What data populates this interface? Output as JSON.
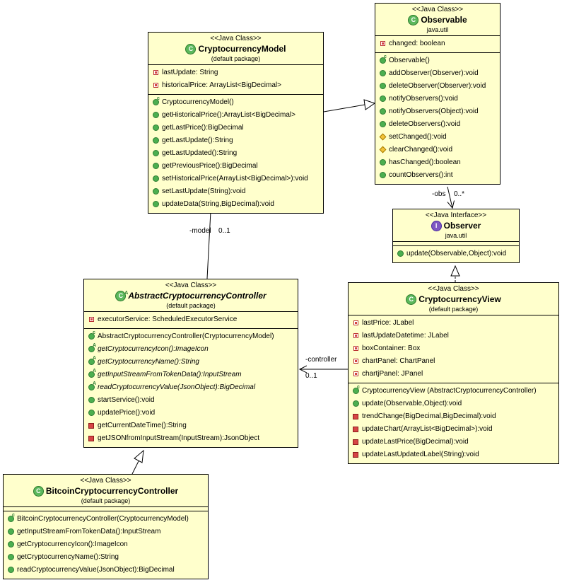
{
  "classes": {
    "model": {
      "stereotype": "<<Java Class>>",
      "name": "CryptocurrencyModel",
      "package": "(default package)",
      "fields": [
        "lastUpdate: String",
        "historicalPrice: ArrayList<BigDecimal>"
      ],
      "methods": [
        "CryptocurrencyModel()",
        "getHistoricalPrice():ArrayList<BigDecimal>",
        "getLastPrice():BigDecimal",
        "getLastUpdate():String",
        "getLastUpdated():String",
        "getPreviousPrice():BigDecimal",
        "setHistoricalPrice(ArrayList<BigDecimal>):void",
        "setLastUpdate(String):void",
        "updateData(String,BigDecimal):void"
      ]
    },
    "observable": {
      "stereotype": "<<Java Class>>",
      "name": "Observable",
      "package": "java.util",
      "fields": [
        "changed: boolean"
      ],
      "methods": [
        "Observable()",
        "addObserver(Observer):void",
        "deleteObserver(Observer):void",
        "notifyObservers():void",
        "notifyObservers(Object):void",
        "deleteObservers():void",
        "setChanged():void",
        "clearChanged():void",
        "hasChanged():boolean",
        "countObservers():int"
      ]
    },
    "observer": {
      "stereotype": "<<Java Interface>>",
      "name": "Observer",
      "package": "java.util",
      "methods": [
        "update(Observable,Object):void"
      ]
    },
    "abstractController": {
      "stereotype": "<<Java Class>>",
      "name": "AbstractCryptocurrencyController",
      "package": "(default package)",
      "fields": [
        "executorService: ScheduledExecutorService"
      ],
      "methods": [
        "AbstractCryptocurrencyController(CryptocurrencyModel)",
        "getCryptocurrencyIcon():ImageIcon",
        "getCryptocurrencyName():String",
        "getInputStreamFromTokenData():InputStream",
        "readCryptocurrencyValue(JsonObject):BigDecimal",
        "startService():void",
        "updatePrice():void",
        "getCurrentDateTime():String",
        "getJSONfromInputStream(InputStream):JsonObject"
      ]
    },
    "view": {
      "stereotype": "<<Java Class>>",
      "name": "CryptocurrencyView",
      "package": "(default package)",
      "fields": [
        "lastPrice: JLabel",
        "lastUpdateDatetime: JLabel",
        "boxContainer: Box",
        "chartPanel: ChartPanel",
        "chartjPanel: JPanel"
      ],
      "methods": [
        "CryptocurrencyView (AbstractCryptocurrencyController)",
        "update(Observable,Object):void",
        "trendChange(BigDecimal,BigDecimal):void",
        "updateChart(ArrayList<BigDecimal>):void",
        "updateLastPrice(BigDecimal):void",
        "updateLastUpdatedLabel(String):void"
      ]
    },
    "bitcoin": {
      "stereotype": "<<Java Class>>",
      "name": "BitcoinCryptocurrencyController",
      "package": "(default package)",
      "methods": [
        "BitcoinCryptocurrencyController(CryptocurrencyModel)",
        "getInputStreamFromTokenData():InputStream",
        "getCryptocurrencyIcon():ImageIcon",
        "getCryptocurrencyName():String",
        "readCryptocurrencyValue(JsonObject):BigDecimal"
      ]
    }
  },
  "labels": {
    "obs_role": "-obs",
    "obs_mult": "0..*",
    "model_role": "-model",
    "model_mult": "0..1",
    "controller_role": "-controller",
    "controller_mult": "0..1"
  }
}
